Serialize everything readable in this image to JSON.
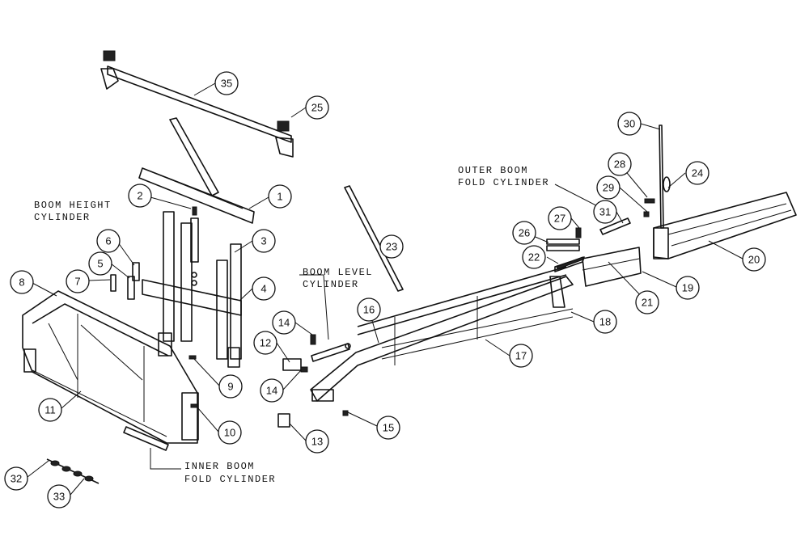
{
  "labels": {
    "boom_height": [
      "BOOM HEIGHT",
      "CYLINDER"
    ],
    "boom_level": [
      "BOOM LEVEL",
      "CYLINDER"
    ],
    "outer_boom": [
      "OUTER BOOM",
      "FOLD CYLINDER"
    ],
    "inner_boom": [
      "INNER BOOM",
      "FOLD CYLINDER"
    ]
  },
  "callouts": [
    "1",
    "2",
    "3",
    "4",
    "5",
    "6",
    "7",
    "8",
    "9",
    "10",
    "11",
    "12",
    "13",
    "14",
    "14",
    "15",
    "16",
    "17",
    "18",
    "19",
    "20",
    "21",
    "22",
    "23",
    "24",
    "25",
    "26",
    "27",
    "28",
    "29",
    "30",
    "31",
    "32",
    "33",
    "35"
  ]
}
